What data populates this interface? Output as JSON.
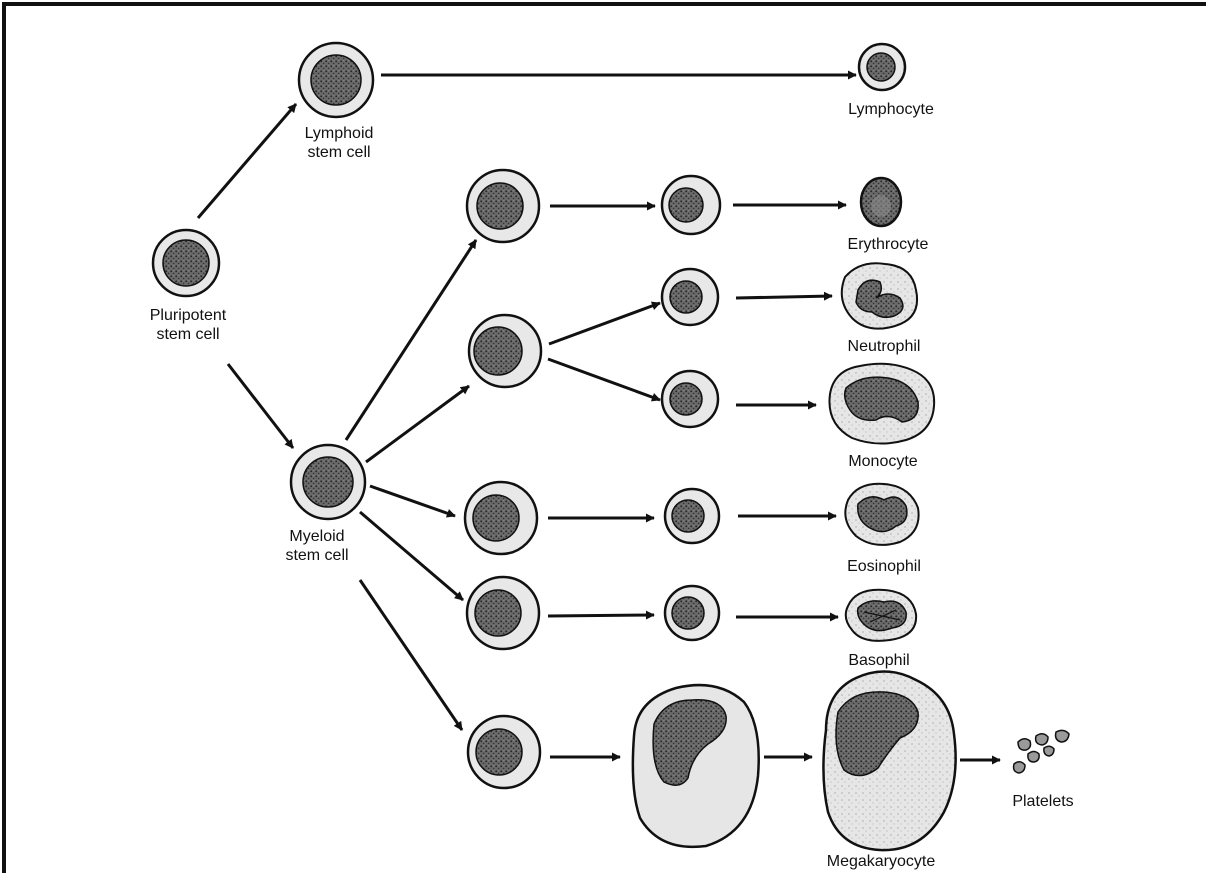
{
  "labels": {
    "pluripotent": [
      "Pluripotent",
      "stem cell"
    ],
    "lymphoid": [
      "Lymphoid",
      "stem cell"
    ],
    "myeloid": [
      "Myeloid",
      "stem cell"
    ],
    "lymphocyte": "Lymphocyte",
    "erythrocyte": "Erythrocyte",
    "neutrophil": "Neutrophil",
    "monocyte": "Monocyte",
    "eosinophil": "Eosinophil",
    "basophil": "Basophil",
    "megakaryocyte": "Megakaryocyte",
    "platelets": "Platelets"
  },
  "colors": {
    "ink": "#111111",
    "cytoplasm": "#e4e4e4",
    "nucleus": "#555555",
    "nucleus_stipple": "#2a2a2a"
  }
}
